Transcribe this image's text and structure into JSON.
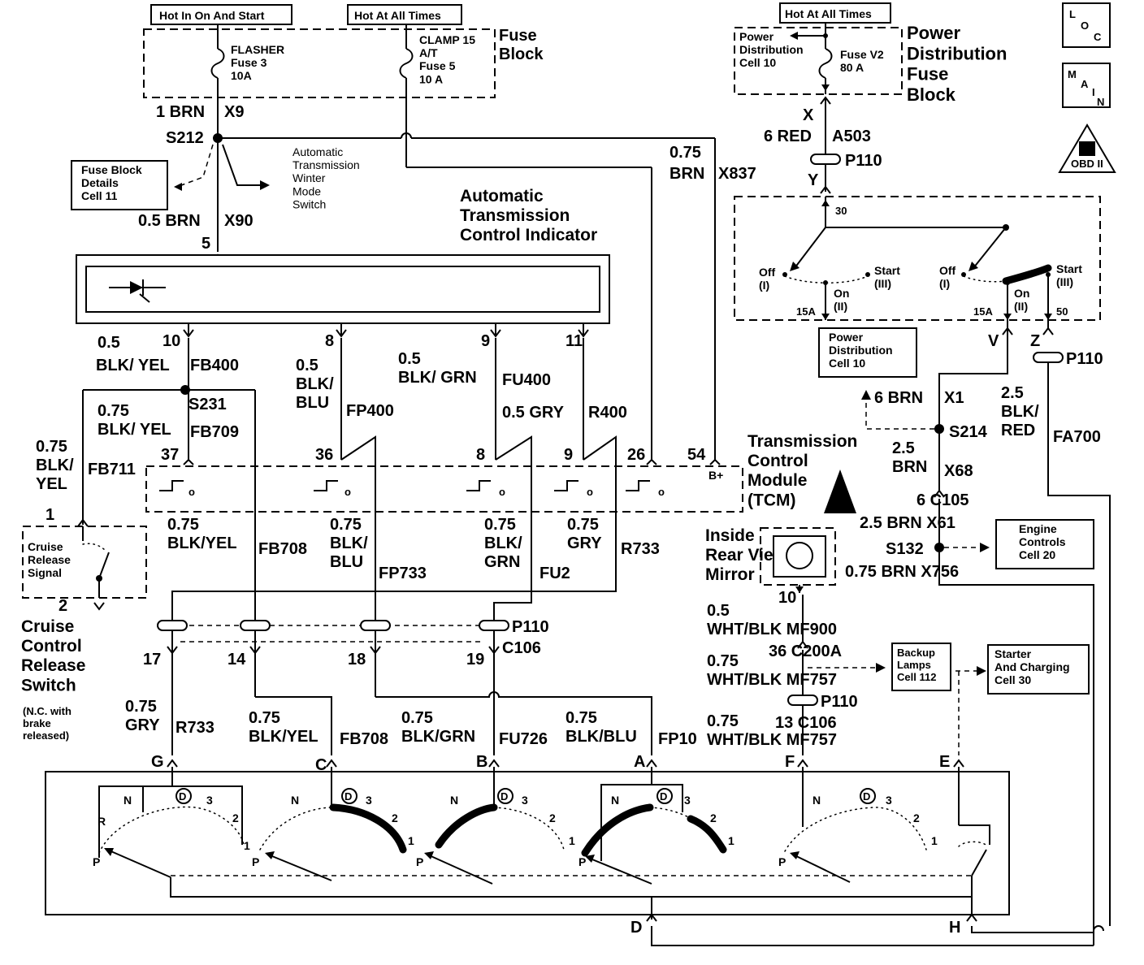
{
  "top": {
    "hot_run_start": "Hot In On And Start",
    "hot_all_times": "Hot At All Times",
    "hot_all_times_2": "Hot At All Times",
    "fuse_block": "Fuse\nBlock",
    "flasher_fuse": "FLASHER\nFuse 3\n10A",
    "clamp_fuse": "CLAMP 15\nA/T\nFuse 5\n10 A",
    "pdfb_ref": "Power\nDistribution\nCell 10",
    "fuse_v2": "Fuse V2\n80 A",
    "pdfb_title": "Power\nDistribution\nFuse\nBlock"
  },
  "icons": {
    "loc": "L O C",
    "main": "M A I N",
    "obd": "OBD II"
  },
  "wires": {
    "w1": "1 BRN",
    "x9": "X9",
    "s212": "S212",
    "fuse_block_details": "Fuse Block\nDetails\nCell 11",
    "atw_switch": "Automatic\nTransmission\nWinter\nMode\nSwitch",
    "w05brn": "0.5 BRN",
    "x90": "X90",
    "pin5": "5",
    "w075": "0.75",
    "brn": "BRN",
    "x837": "X837",
    "ind_title": "Automatic\nTransmission\nControl Indicator",
    "x": "X",
    "red6": "6 RED",
    "a503": "A503",
    "p110_a": "P110",
    "y": "Y",
    "p30": "30"
  },
  "ignition": {
    "off1": "Off\n(I)",
    "start1": "Start\n(III)",
    "on1": "On\n(II)",
    "a15_1": "15A",
    "off2": "Off\n(I)",
    "start2": "Start\n(III)",
    "on2": "On\n(II)",
    "a15_2": "15A",
    "p50": "50",
    "v": "V",
    "z": "Z",
    "p110_b": "P110",
    "pd_cell10": "Power\nDistribution\nCell 10"
  },
  "tcm": {
    "l1": "0.5",
    "l1b": "BLK/ YEL",
    "fb400": "FB400",
    "p10": "10",
    "p8": "8",
    "p9": "9",
    "p11": "11",
    "l2": "0.5\nBLK/\nBLU",
    "fp400": "FP400",
    "l3": "0.5\nBLK/ GRN",
    "fu400": "FU400",
    "l4": "0.5 GRY",
    "r400": "R400",
    "s231": "S231",
    "l5": "0.75\nBLK/ YEL",
    "fb709": "FB709",
    "l6": "0.75\nBLK/\nYEL",
    "fb711": "FB711",
    "p37": "37",
    "p36": "36",
    "p8b": "8",
    "p9b": "9",
    "p26": "26",
    "p54": "54",
    "bplus": "B+",
    "tcm_title": "Transmission\nControl\nModule\n(TCM)",
    "p1": "1",
    "cruise_sig": "Cruise\nRelease\nSignal",
    "p2": "2",
    "cruise_switch": "Cruise\nControl\nRelease\nSwitch",
    "nc_note": "(N.C. with\nbrake\nreleased)"
  },
  "right": {
    "b6": "6 BRN",
    "x1": "X1",
    "s214": "S214",
    "blk_red": "2.5\nBLK/\nRED",
    "fa700": "FA700",
    "brn25": "2.5\nBRN",
    "x68": "X68",
    "c105": "6 C105",
    "x61": "2.5 BRN  X61",
    "s132": "S132",
    "ecm": "Engine\nControls\nCell 20",
    "x756": "0.75 BRN  X756",
    "mirror": "Inside\nRear View\nMirror",
    "p10m": "10",
    "mf900": "0.5\nWHT/BLK  MF900",
    "c200": "36 C200A",
    "mf757a": "0.75\nWHT/BLK  MF757",
    "backup": "Backup\nLamps\nCell 112",
    "starter": "Starter\nAnd Charging\nCell 30",
    "p110c": "P110",
    "c106r": "13 C106",
    "mf757b": "0.75\nWHT/BLK  MF757"
  },
  "lower": {
    "a1": "0.75\nBLK/YEL",
    "fb708": "FB708",
    "a2": "0.75\nBLK/\nBLU",
    "fp733": "FP733",
    "a3": "0.75\nBLK/\nGRN",
    "fu2": "FU2",
    "a4": "0.75\nGRY",
    "r733": "R733",
    "p110": "P110",
    "c106": "C106",
    "p17": "17",
    "p14": "14",
    "p18": "18",
    "p19": "19",
    "b1": "0.75\nGRY",
    "r733b": "R733",
    "b2": "0.75\nBLK/YEL",
    "fb708b": "FB708",
    "b3": "0.75\nBLK/GRN",
    "fu726": "FU726",
    "b4": "0.75\nBLK/BLU",
    "fp10": "FP10",
    "G": "G",
    "C": "C",
    "B": "B",
    "A": "A",
    "F": "F",
    "E": "E",
    "D": "D",
    "H": "H"
  },
  "selector": {
    "n": "N",
    "r": "R",
    "p": "P",
    "d": "D",
    "g3": "3",
    "g2": "2",
    "g1": "1"
  }
}
